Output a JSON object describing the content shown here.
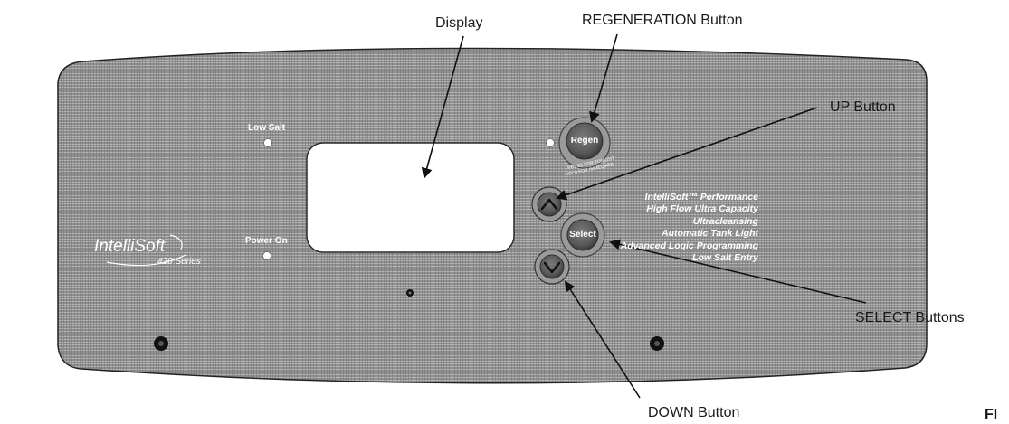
{
  "callouts": {
    "display": "Display",
    "regeneration": "REGENERATION Button",
    "up": "UP Button",
    "select": "SELECT Buttons",
    "down": "DOWN Button"
  },
  "panel": {
    "low_salt_label": "Low Salt",
    "power_on_label": "Power On",
    "brand": "IntelliSoft",
    "series": "420 Series",
    "regen_button_label": "Regen",
    "regen_small_print_1": "PRESS FOR TONIGHT",
    "regen_small_print_2": "HOLD FOR IMMEDIATE",
    "select_button_label": "Select",
    "up_icon": "chevron-up-icon",
    "down_icon": "chevron-down-icon",
    "features": [
      "IntelliSoft™ Performance",
      "High Flow Ultra Capacity",
      "Ultracleansing",
      "Automatic Tank Light",
      "Advanced Logic Programming",
      "Low Salt Entry"
    ]
  },
  "figure_edge_text": "FI",
  "colors": {
    "panel_fill": "#8c8c8c",
    "panel_stripe": "#a0a0a0",
    "panel_outline": "#222222",
    "display_fill": "#ffffff",
    "text_on_panel": "#ffffff",
    "led": "#ffffff",
    "screw": "#111111"
  }
}
